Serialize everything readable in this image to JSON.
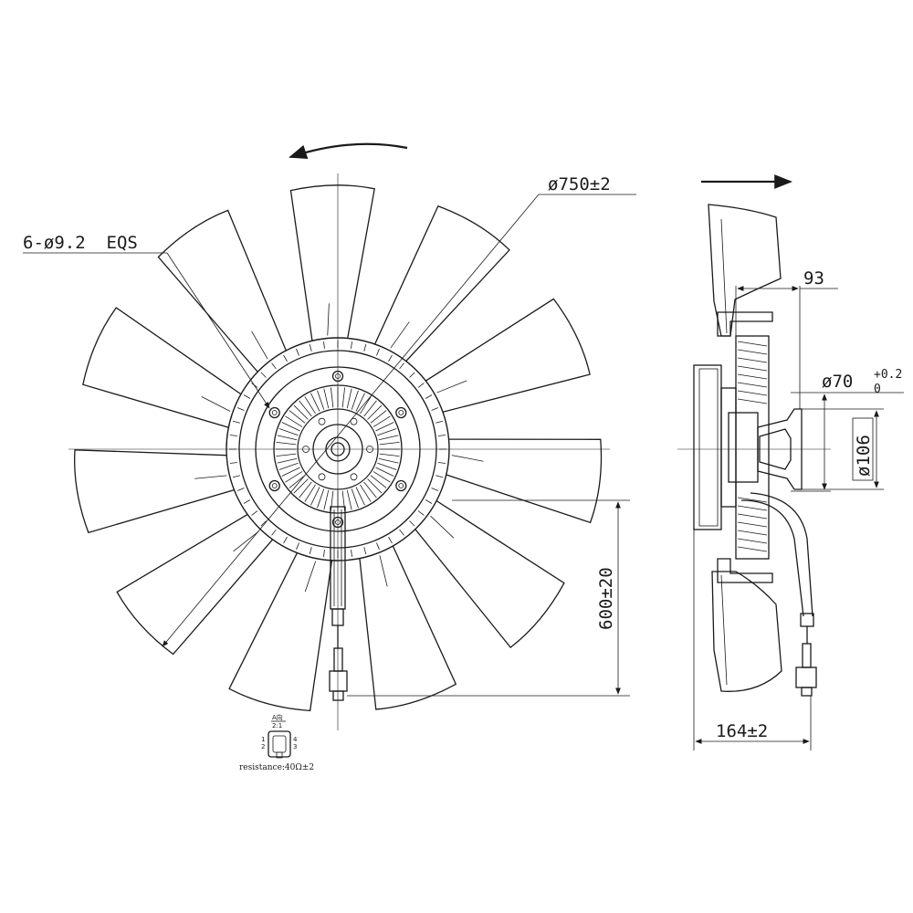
{
  "front_view": {
    "diameter_label": "ø750±2",
    "holes_label": "6-ø9.2  EQS",
    "length_label": "600±20",
    "rotation": "counter-clockwise",
    "blade_count": 11
  },
  "side_view": {
    "depth_label": "93",
    "pilot_label_main": "ø70",
    "pilot_tol_upper": "+0.2",
    "pilot_tol_lower": "0",
    "flange_label": "ø106",
    "width_label": "164±2"
  },
  "connector": {
    "detail_label": "A向",
    "scale_label": "2:1",
    "resistance_label": "resistance:40Ω±2"
  }
}
